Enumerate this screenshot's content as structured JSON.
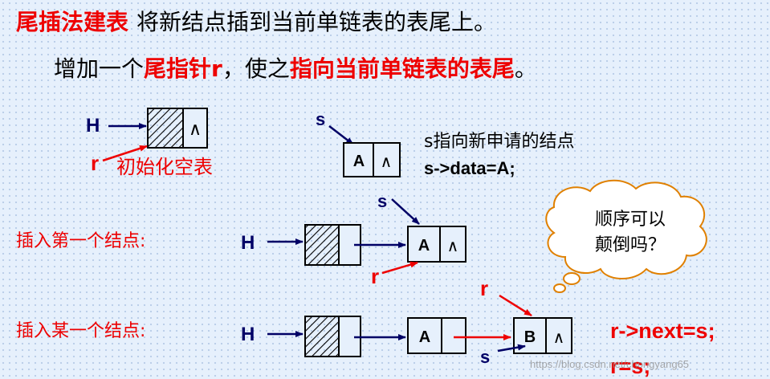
{
  "heading": {
    "red": "尾插法建表",
    "black": "将新结点插到当前单链表的表尾上。"
  },
  "subheading": {
    "part1": "增加一个",
    "part2": "尾指针r",
    "part3": "，使之",
    "part4": "指向当前单链表的表尾",
    "part5": "。"
  },
  "initial": {
    "head_label": "H",
    "r_label": "r",
    "caption": "初始化空表"
  },
  "new_node": {
    "s_label": "s",
    "data": "A",
    "desc_line1": "s指向新申请的结点",
    "desc_line2": "s->data=A;"
  },
  "first_insert": {
    "caption": "插入第一个结点:",
    "head_label": "H",
    "node_data": "A",
    "s_label": "s",
    "r_label": "r"
  },
  "bubble": {
    "line1": "顺序可以",
    "line2": "颠倒吗？"
  },
  "some_insert": {
    "caption": "插入某一个结点:",
    "head_label": "H",
    "node_a": "A",
    "node_b": "B",
    "r_label": "r",
    "s_label": "s",
    "code_line1": "r->next=s;",
    "code_line2": "r=s;"
  },
  "null_symbol": "∧",
  "watermark": "https://blog.csdn.net/chongyang65",
  "colors": {
    "red": "#ee0000",
    "navy": "#000066",
    "background": "#e6f0fc"
  }
}
